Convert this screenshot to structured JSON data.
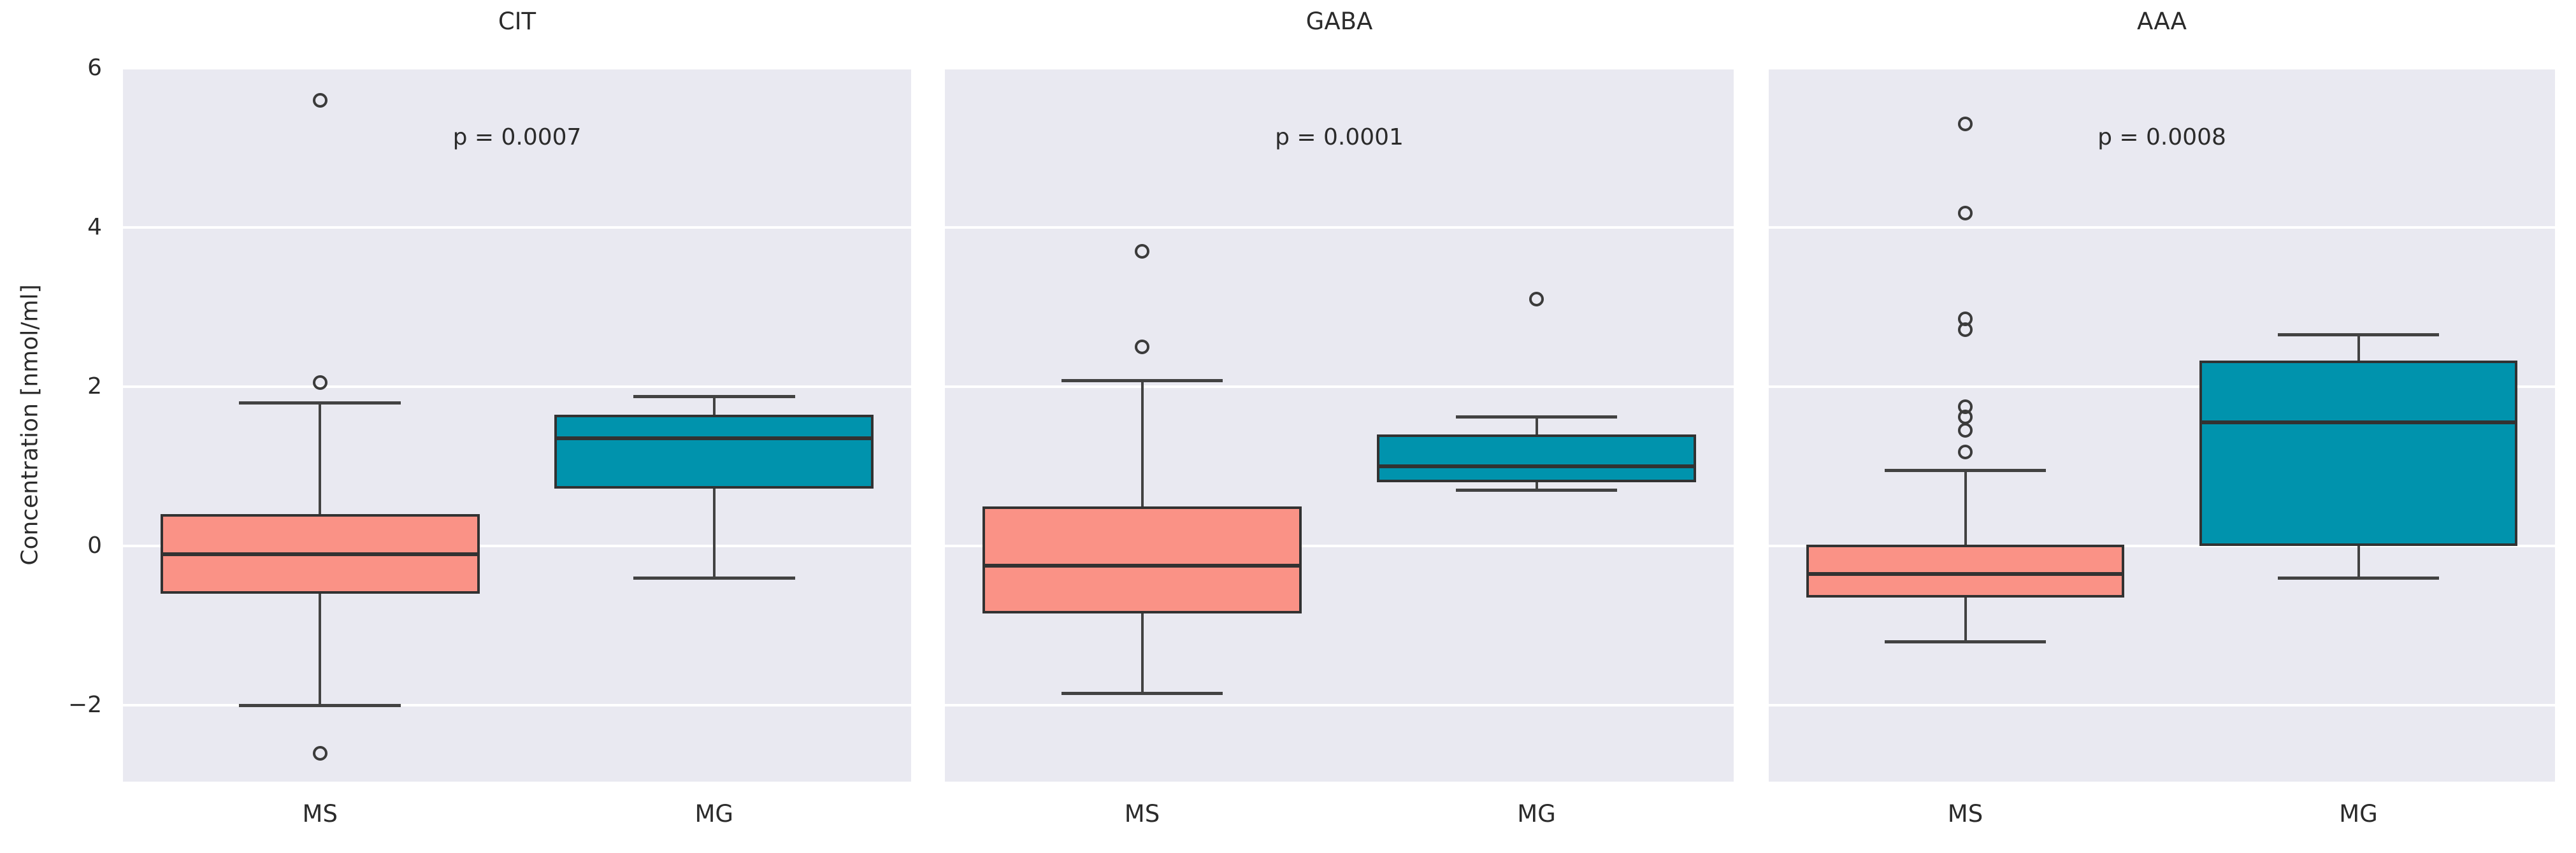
{
  "figure": {
    "ylabel": "Concentration [nmol/ml]",
    "colors": {
      "background": "#ffffff",
      "panel_background": "#e9e9f1",
      "grid": "#ffffff",
      "box_ms": "#fa9286",
      "box_mg": "#0093ad",
      "line": "#3a3a3a",
      "text": "#2b2b2b"
    }
  },
  "axes": {
    "ylim": [
      -2.96,
      6.0
    ],
    "grid_values": [
      6,
      4,
      2,
      0,
      -2
    ],
    "yticks": [
      {
        "value": 6,
        "label": "6"
      },
      {
        "value": 4,
        "label": "4"
      },
      {
        "value": 2,
        "label": "2"
      },
      {
        "value": 0,
        "label": "0"
      },
      {
        "value": -2,
        "label": "−2"
      }
    ],
    "categories": [
      "MS",
      "MG"
    ]
  },
  "chart_data": [
    {
      "type": "boxplot",
      "title": "CIT",
      "p_label": "p = 0.0007",
      "annotation_y": 5.12,
      "groups": [
        {
          "name": "MS",
          "color_key": "box_ms",
          "whislo": -2.0,
          "q1": -0.6,
          "med": -0.1,
          "q3": 0.4,
          "whishi": 1.8,
          "outliers": [
            5.6,
            2.05,
            -2.6
          ]
        },
        {
          "name": "MG",
          "color_key": "box_mg",
          "whislo": -0.4,
          "q1": 0.72,
          "med": 1.35,
          "q3": 1.65,
          "whishi": 1.88,
          "outliers": []
        }
      ]
    },
    {
      "type": "boxplot",
      "title": "GABA",
      "p_label": "p = 0.0001",
      "annotation_y": 5.12,
      "groups": [
        {
          "name": "MS",
          "color_key": "box_ms",
          "whislo": -1.85,
          "q1": -0.85,
          "med": -0.25,
          "q3": 0.5,
          "whishi": 2.08,
          "outliers": [
            3.7,
            2.5
          ]
        },
        {
          "name": "MG",
          "color_key": "box_mg",
          "whislo": 0.7,
          "q1": 0.8,
          "med": 1.0,
          "q3": 1.4,
          "whishi": 1.62,
          "outliers": [
            3.1
          ]
        }
      ]
    },
    {
      "type": "boxplot",
      "title": "AAA",
      "p_label": "p = 0.0008",
      "annotation_y": 5.12,
      "groups": [
        {
          "name": "MS",
          "color_key": "box_ms",
          "whislo": -1.2,
          "q1": -0.65,
          "med": -0.35,
          "q3": 0.02,
          "whishi": 0.95,
          "outliers": [
            5.3,
            4.18,
            2.85,
            2.72,
            1.75,
            1.62,
            1.45,
            1.18
          ]
        },
        {
          "name": "MG",
          "color_key": "box_mg",
          "whislo": -0.4,
          "q1": 0.0,
          "med": 1.55,
          "q3": 2.33,
          "whishi": 2.65,
          "outliers": []
        }
      ]
    }
  ]
}
